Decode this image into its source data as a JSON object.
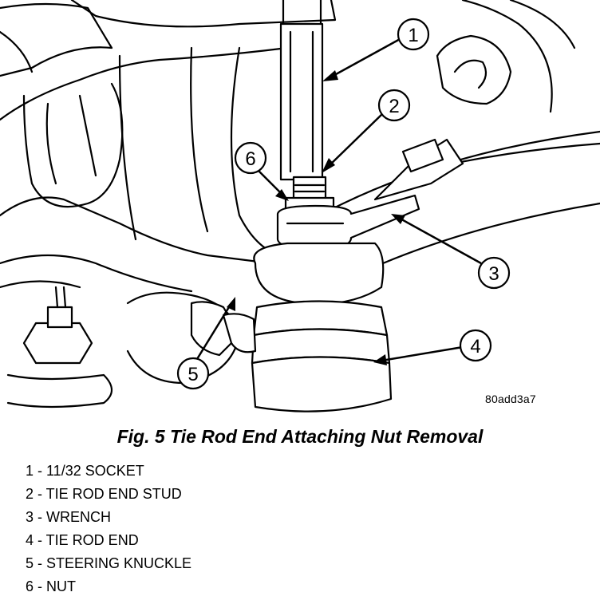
{
  "figure": {
    "image_id": "80add3a7",
    "callouts": [
      "1",
      "2",
      "3",
      "4",
      "5",
      "6"
    ]
  },
  "caption": "Fig. 5 Tie Rod End Attaching Nut Removal",
  "legend": [
    "1 - 11/32 SOCKET",
    "2 - TIE ROD END STUD",
    "3 - WRENCH",
    "4 - TIE ROD END",
    "5 - STEERING KNUCKLE",
    "6 - NUT"
  ]
}
